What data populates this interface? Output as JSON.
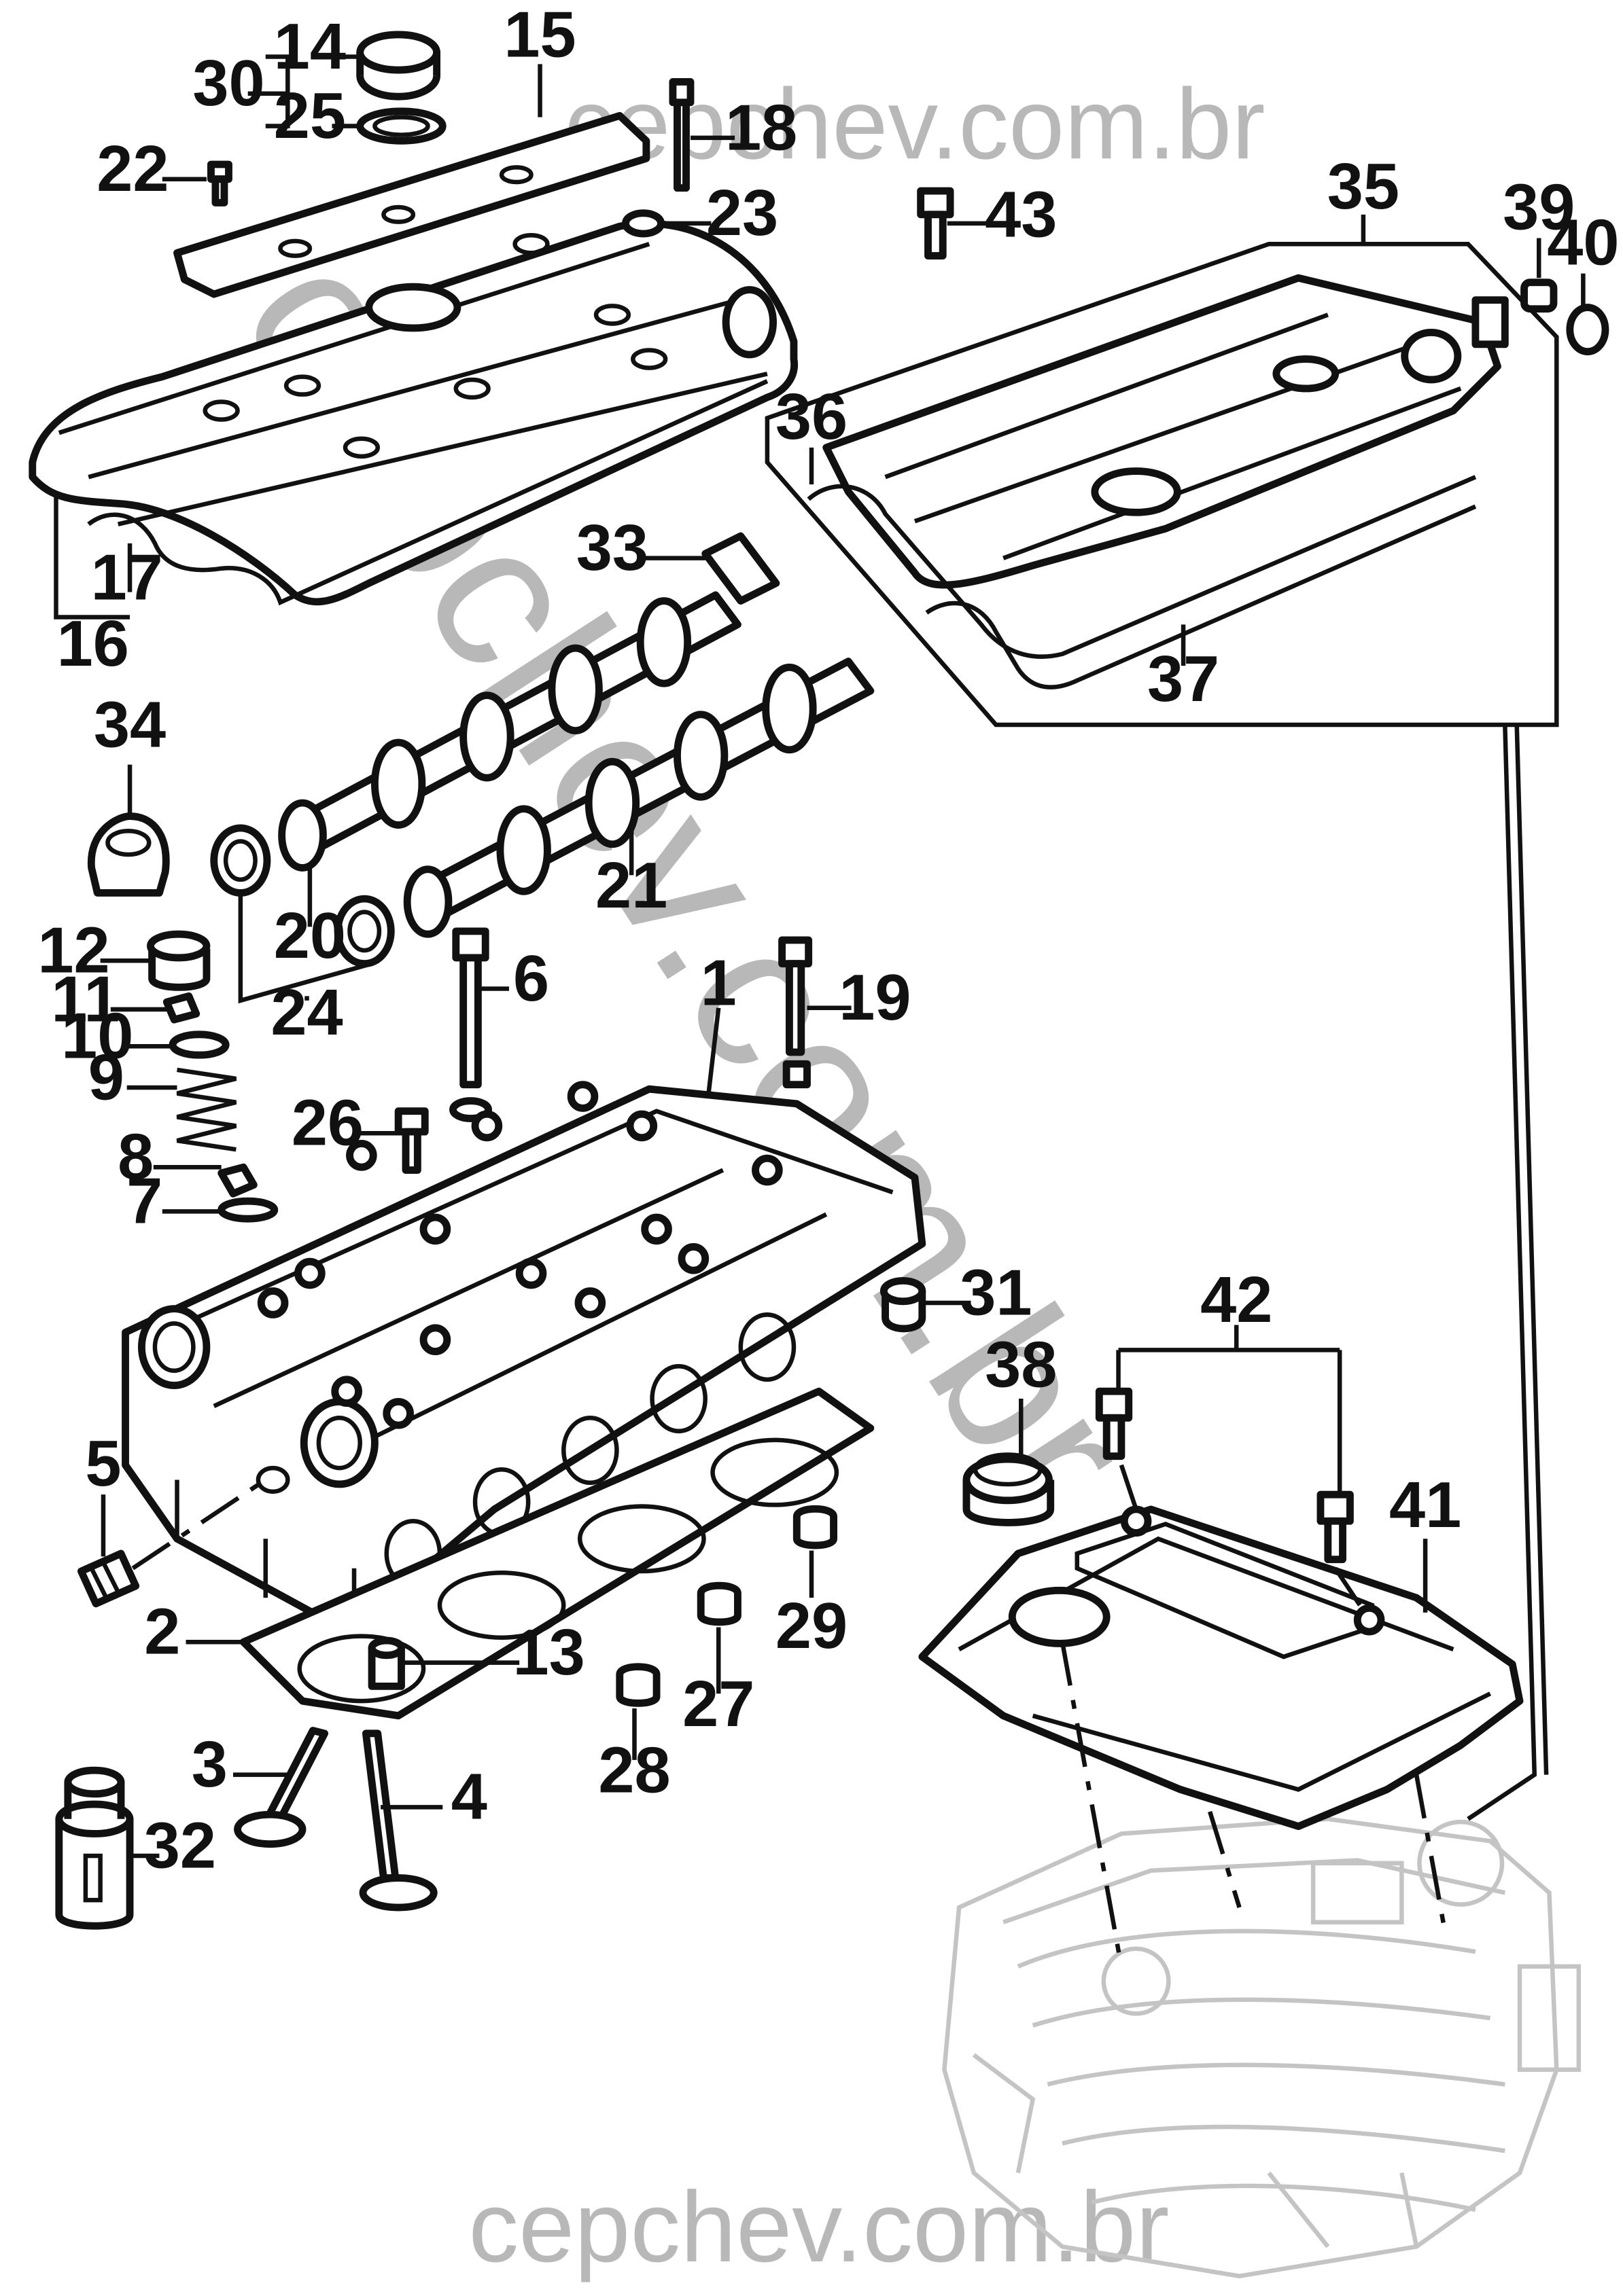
{
  "watermark": {
    "top": "cepchev.com.br",
    "bottom": "cepchev.com.br",
    "diagonal": "cepchev.com.br"
  },
  "callouts": [
    {
      "id": "c1",
      "text": "1"
    },
    {
      "id": "c2",
      "text": "2"
    },
    {
      "id": "c3",
      "text": "3"
    },
    {
      "id": "c4",
      "text": "4"
    },
    {
      "id": "c5",
      "text": "5"
    },
    {
      "id": "c6",
      "text": "6"
    },
    {
      "id": "c7",
      "text": "7"
    },
    {
      "id": "c8",
      "text": "8"
    },
    {
      "id": "c9",
      "text": "9"
    },
    {
      "id": "c10",
      "text": "10"
    },
    {
      "id": "c11",
      "text": "11"
    },
    {
      "id": "c12",
      "text": "12"
    },
    {
      "id": "c13",
      "text": "13"
    },
    {
      "id": "c14",
      "text": "14"
    },
    {
      "id": "c15",
      "text": "15"
    },
    {
      "id": "c16",
      "text": "16"
    },
    {
      "id": "c17",
      "text": "17"
    },
    {
      "id": "c18",
      "text": "18"
    },
    {
      "id": "c19",
      "text": "19"
    },
    {
      "id": "c20",
      "text": "20"
    },
    {
      "id": "c21",
      "text": "21"
    },
    {
      "id": "c22",
      "text": "22"
    },
    {
      "id": "c23",
      "text": "23"
    },
    {
      "id": "c24",
      "text": "24"
    },
    {
      "id": "c25",
      "text": "25"
    },
    {
      "id": "c26",
      "text": "26"
    },
    {
      "id": "c27",
      "text": "27"
    },
    {
      "id": "c28",
      "text": "28"
    },
    {
      "id": "c29",
      "text": "29"
    },
    {
      "id": "c30",
      "text": "30"
    },
    {
      "id": "c31",
      "text": "31"
    },
    {
      "id": "c32",
      "text": "32"
    },
    {
      "id": "c33",
      "text": "33"
    },
    {
      "id": "c34",
      "text": "34"
    },
    {
      "id": "c35",
      "text": "35"
    },
    {
      "id": "c36",
      "text": "36"
    },
    {
      "id": "c37",
      "text": "37"
    },
    {
      "id": "c38",
      "text": "38"
    },
    {
      "id": "c39",
      "text": "39"
    },
    {
      "id": "c40",
      "text": "40"
    },
    {
      "id": "c41",
      "text": "41"
    },
    {
      "id": "c42",
      "text": "42"
    },
    {
      "id": "c43",
      "text": "43"
    }
  ]
}
